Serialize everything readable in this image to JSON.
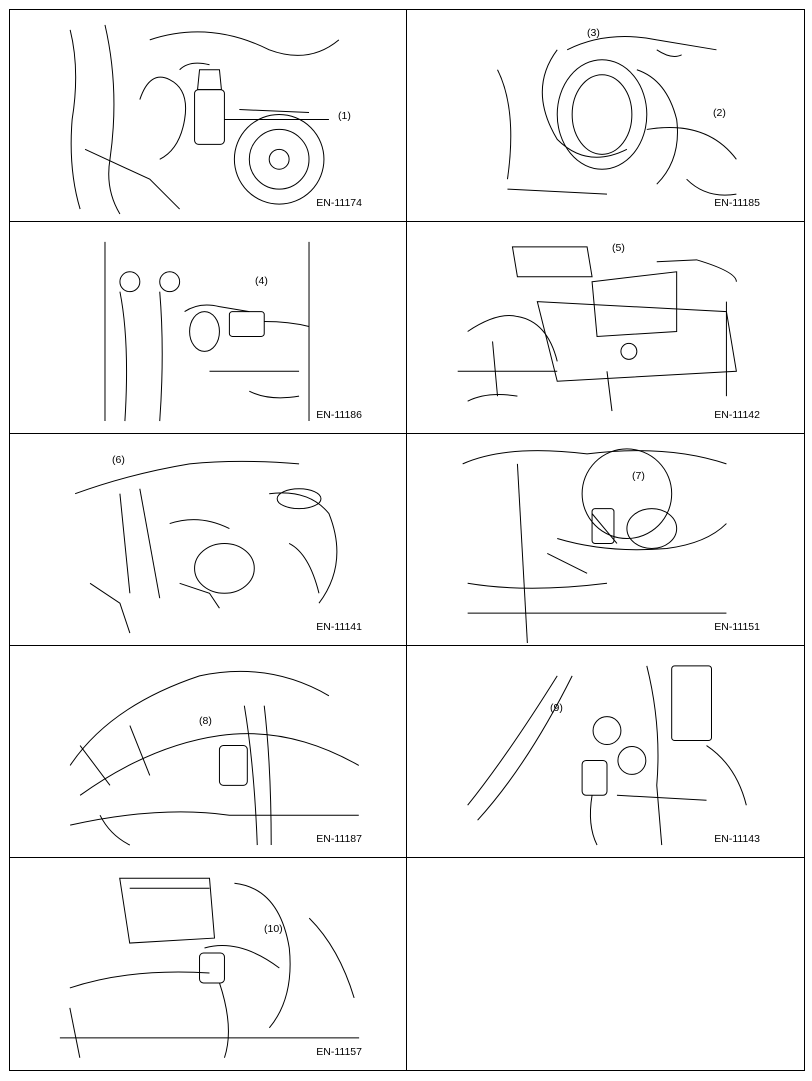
{
  "figures": [
    {
      "callout": "(1)",
      "code": "EN-11174"
    },
    {
      "callout": "(2)",
      "callout_b": "(3)",
      "code": "EN-11185"
    },
    {
      "callout": "(4)",
      "code": "EN-11186"
    },
    {
      "callout": "(5)",
      "code": "EN-11142"
    },
    {
      "callout": "(6)",
      "code": "EN-11141"
    },
    {
      "callout": "(7)",
      "code": "EN-11151"
    },
    {
      "callout": "(8)",
      "code": "EN-11187"
    },
    {
      "callout": "(9)",
      "code": "EN-11143"
    },
    {
      "callout": "(10)",
      "code": "EN-11157"
    }
  ],
  "icons": {
    "illustration": "engine-line-drawing"
  }
}
